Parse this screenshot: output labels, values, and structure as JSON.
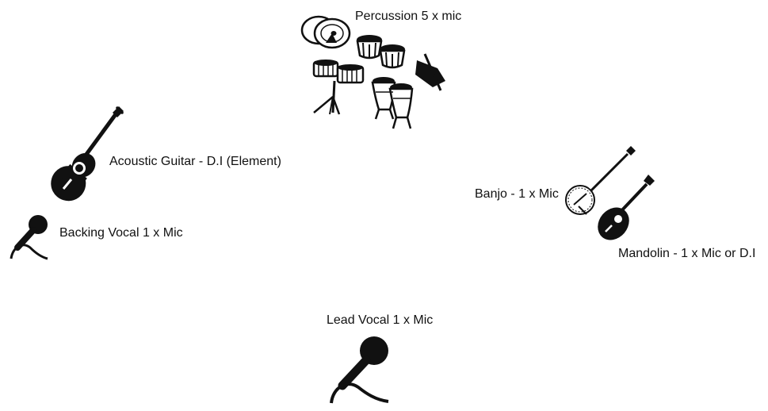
{
  "stage_plot": {
    "items": [
      {
        "id": "percussion",
        "label": "Percussion 5 x mic",
        "icon": "percussion-kit-icon"
      },
      {
        "id": "acoustic-guitar",
        "label": "Acoustic Guitar - D.I (Element)",
        "icon": "acoustic-guitar-icon"
      },
      {
        "id": "backing-vocal",
        "label": "Backing Vocal 1 x Mic",
        "icon": "microphone-icon"
      },
      {
        "id": "banjo",
        "label": "Banjo - 1 x Mic",
        "icon": "banjo-icon"
      },
      {
        "id": "mandolin",
        "label": "Mandolin - 1 x Mic or D.I",
        "icon": "mandolin-icon"
      },
      {
        "id": "lead-vocal",
        "label": "Lead Vocal 1 x Mic",
        "icon": "microphone-icon"
      }
    ]
  },
  "colors": {
    "ink": "#111111",
    "background": "#ffffff"
  }
}
